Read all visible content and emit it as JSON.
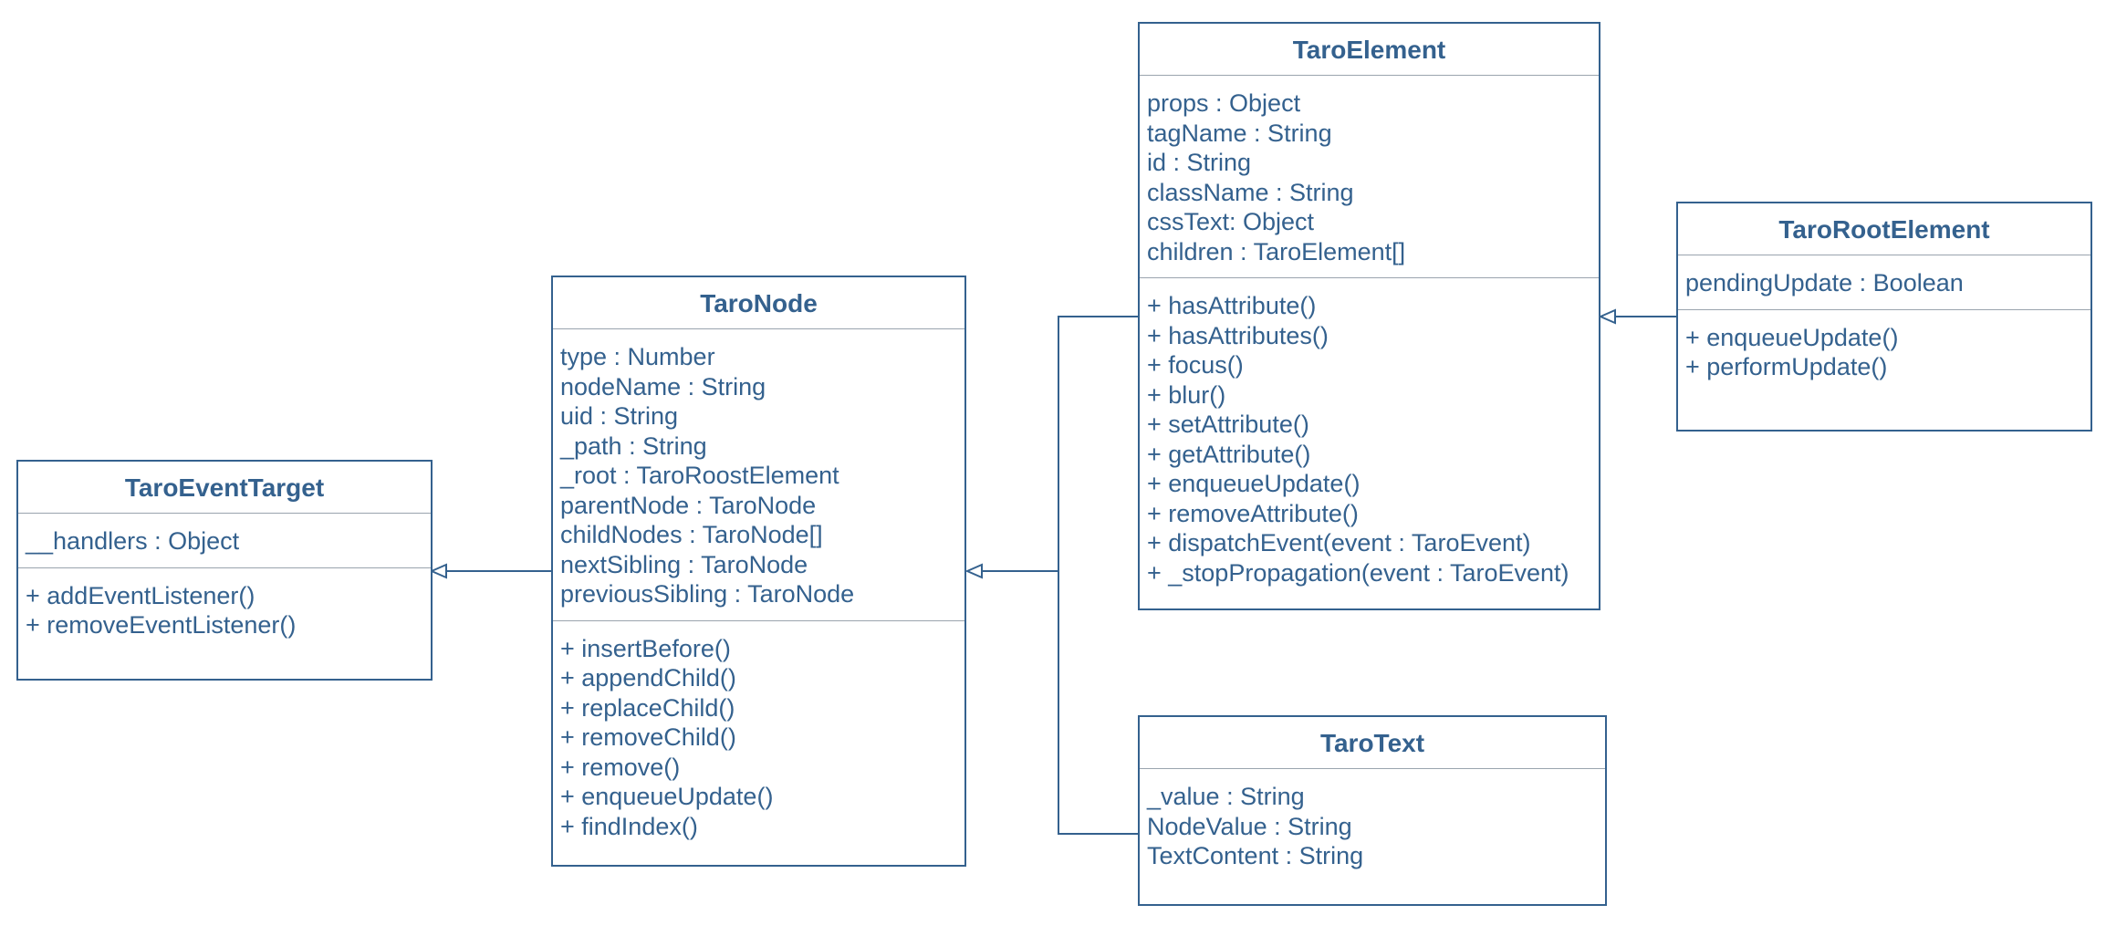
{
  "diagram": {
    "classes": {
      "event_target": {
        "name": "TaroEventTarget",
        "attributes": [
          "__handlers : Object"
        ],
        "methods": [
          "+ addEventListener()",
          "+ removeEventListener()"
        ]
      },
      "node": {
        "name": "TaroNode",
        "attributes": [
          "type : Number",
          "nodeName : String",
          "uid : String",
          "_path : String",
          "_root : TaroRoostElement",
          "parentNode : TaroNode",
          "childNodes : TaroNode[]",
          "nextSibling : TaroNode",
          "previousSibling : TaroNode"
        ],
        "methods": [
          "+ insertBefore()",
          "+ appendChild()",
          "+ replaceChild()",
          "+ removeChild()",
          "+ remove()",
          "+ enqueueUpdate()",
          "+ findIndex()"
        ]
      },
      "element": {
        "name": "TaroElement",
        "attributes": [
          "props : Object",
          "tagName : String",
          "id : String",
          "className : String",
          "cssText: Object",
          "children : TaroElement[]"
        ],
        "methods": [
          "+ hasAttribute()",
          "+ hasAttributes()",
          "+ focus()",
          "+ blur()",
          "+ setAttribute()",
          "+ getAttribute()",
          "+ enqueueUpdate()",
          "+ removeAttribute()",
          "+ dispatchEvent(event : TaroEvent)",
          "+ _stopPropagation(event : TaroEvent)"
        ]
      },
      "root_element": {
        "name": "TaroRootElement",
        "attributes": [
          "pendingUpdate : Boolean"
        ],
        "methods": [
          "+ enqueueUpdate()",
          "+ performUpdate()"
        ]
      },
      "text": {
        "name": "TaroText",
        "attributes": [
          "_value : String",
          "NodeValue : String",
          "TextContent : String"
        ],
        "methods": []
      }
    },
    "relations": [
      {
        "from": "node",
        "to": "event_target",
        "type": "generalization"
      },
      {
        "from": "element",
        "to": "node",
        "type": "generalization"
      },
      {
        "from": "text",
        "to": "node",
        "type": "generalization"
      },
      {
        "from": "root_element",
        "to": "element",
        "type": "generalization"
      }
    ],
    "colors": {
      "stroke": "#34618e",
      "text": "#34618e",
      "divider": "#9aa4ae",
      "background": "#ffffff"
    }
  }
}
